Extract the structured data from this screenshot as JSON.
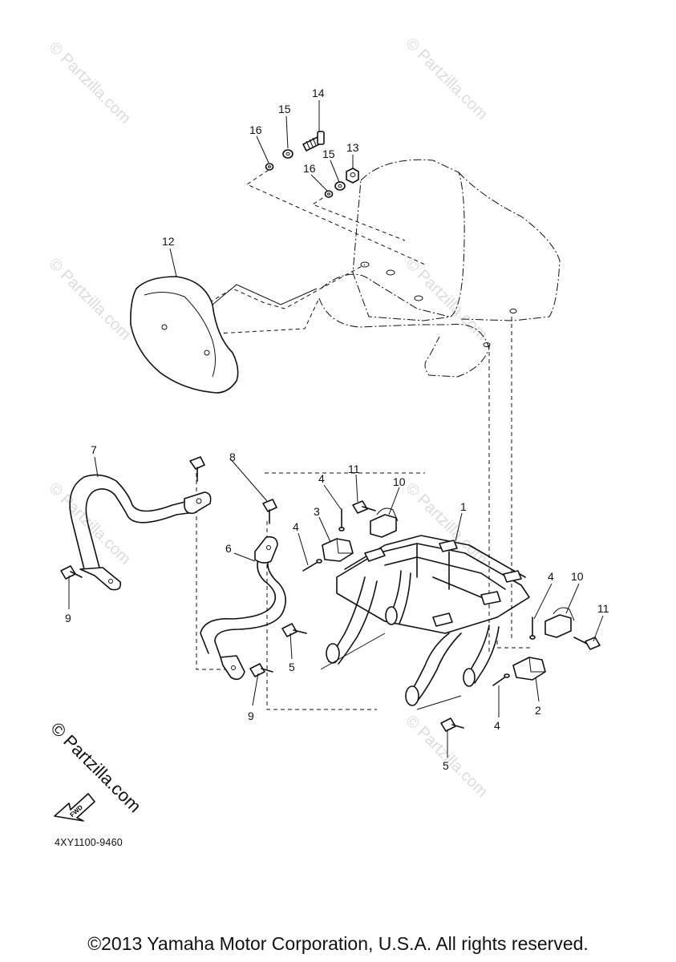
{
  "diagram": {
    "callouts": [
      {
        "id": "c14",
        "text": "14"
      },
      {
        "id": "c15a",
        "text": "15"
      },
      {
        "id": "c16a",
        "text": "16"
      },
      {
        "id": "c13",
        "text": "13"
      },
      {
        "id": "c15b",
        "text": "15"
      },
      {
        "id": "c16b",
        "text": "16"
      },
      {
        "id": "c12",
        "text": "12"
      },
      {
        "id": "c7",
        "text": "7"
      },
      {
        "id": "c8",
        "text": "8"
      },
      {
        "id": "c11a",
        "text": "11"
      },
      {
        "id": "c10a",
        "text": "10"
      },
      {
        "id": "c4a",
        "text": "4"
      },
      {
        "id": "c3",
        "text": "3"
      },
      {
        "id": "c4b",
        "text": "4"
      },
      {
        "id": "c1",
        "text": "1"
      },
      {
        "id": "c6",
        "text": "6"
      },
      {
        "id": "c9a",
        "text": "9"
      },
      {
        "id": "c5a",
        "text": "5"
      },
      {
        "id": "c9b",
        "text": "9"
      },
      {
        "id": "c4c",
        "text": "4"
      },
      {
        "id": "c10b",
        "text": "10"
      },
      {
        "id": "c11b",
        "text": "11"
      },
      {
        "id": "c2",
        "text": "2"
      },
      {
        "id": "c4d",
        "text": "4"
      },
      {
        "id": "c5b",
        "text": "5"
      }
    ],
    "fwd_label": "FWD",
    "code": "4XY1100-9460",
    "copyright": "©2013 Yamaha Motor Corporation, U.S.A. All rights reserved.",
    "logo_text": "© Partzilla.com",
    "watermark_text": "© Partzilla.com"
  }
}
